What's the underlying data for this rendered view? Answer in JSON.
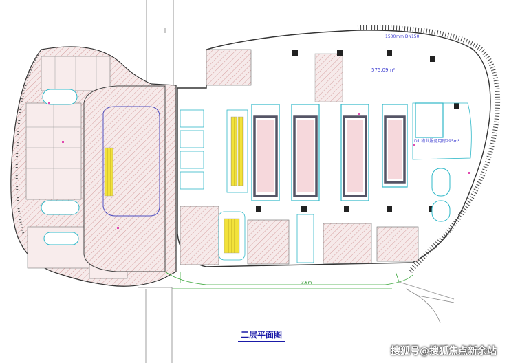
{
  "plan": {
    "title": "二层平面图",
    "areas": {
      "upper_hall": "575.09m²",
      "office_zone": "D1 物业服务用房295m²"
    },
    "dimension_top": "1500mm DN150",
    "dimension_bottom": "3.6m"
  },
  "watermark": {
    "text": "搜狐号@搜狐焦点新余站"
  },
  "colors": {
    "hatch": "#c98a8a",
    "wall": "#333333",
    "cyan_line": "#2fb8c8",
    "green_line": "#3aa63a",
    "room_fill": "#f4e6e6",
    "yellow_stair": "#f2e23a",
    "text_blue": "#3b3bd0"
  }
}
